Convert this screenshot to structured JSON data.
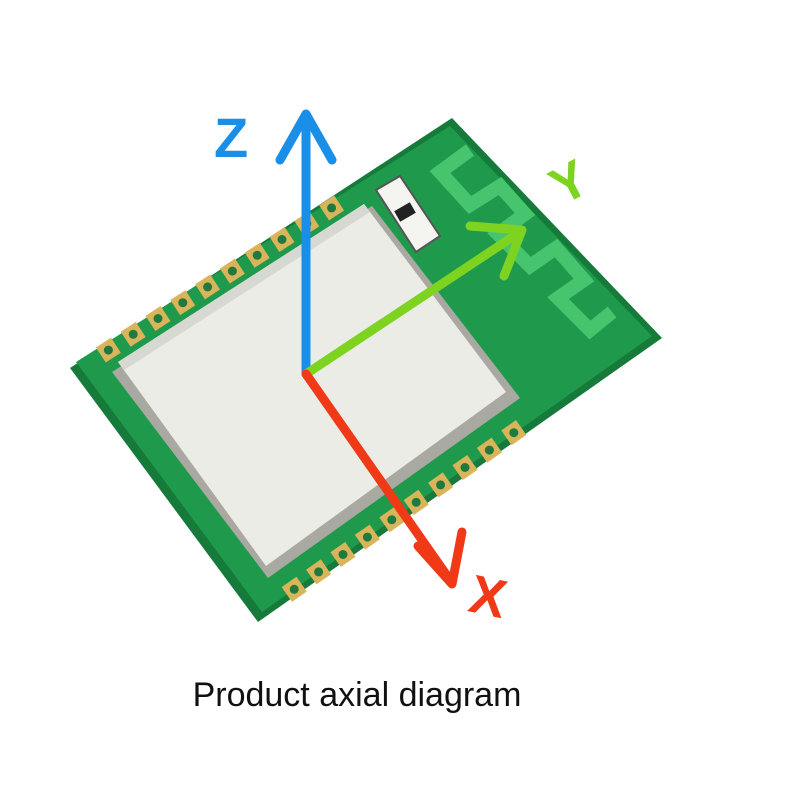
{
  "caption": "Product axial diagram",
  "axes": [
    {
      "key": "z",
      "label": "Z",
      "color": "#1a8fe8"
    },
    {
      "key": "y",
      "label": "Y",
      "color": "#7ed321"
    },
    {
      "key": "x",
      "label": "X",
      "color": "#f03a17"
    }
  ],
  "colors": {
    "pcb_green": "#1f9a4c",
    "pcb_dark": "#157a3a",
    "shield": "#ecece6",
    "pad_gold": "#d9b45a",
    "antenna": "#3fb866"
  }
}
